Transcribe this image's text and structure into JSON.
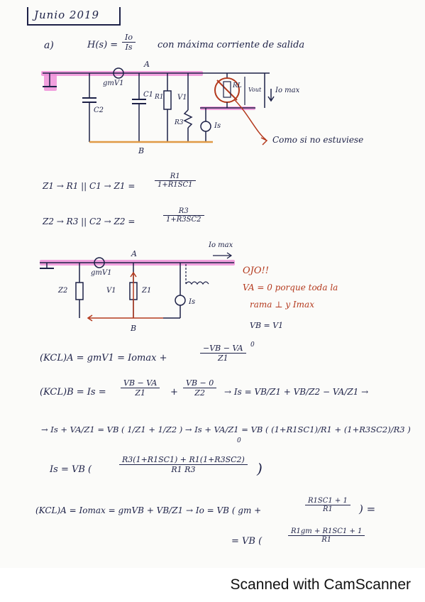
{
  "header": {
    "title": "Junio 2019"
  },
  "part_a": {
    "label": "a)",
    "transfer": "H(s) =",
    "transfer_num": "Io",
    "transfer_den": "Is",
    "note": "con máxima corriente de salida"
  },
  "circuit1": {
    "node_a": "A",
    "node_b": "B",
    "gm": "gmV1",
    "c2": "C2",
    "c1": "C1",
    "r1": "R1",
    "v1": "V1",
    "rl": "RL",
    "vout": "Vout",
    "io": "Io max",
    "r3": "R3",
    "is": "Is",
    "annotation": "Como si no estuviese"
  },
  "impedances": {
    "z1_left": "Z1 → R1 || C1 →  Z1 =",
    "z1_num": "R1",
    "z1_den": "1+R1SC1",
    "z2_left": "Z2 → R3 || C2 →  Z2 =",
    "z2_num": "R3",
    "z2_den": "1+R3SC2"
  },
  "circuit2": {
    "node_a": "A",
    "node_b": "B",
    "gm": "gmV1",
    "z2": "Z2",
    "z1": "Z1",
    "v1": "V1",
    "is": "Is",
    "io": "Io max"
  },
  "notes": {
    "ojo": "OJO!!",
    "va_line1": "VA = 0  porque toda la",
    "va_line2": "rama ⊥ y Imax",
    "vb": "VB = V1"
  },
  "equations": {
    "kcl_a": "(KCL)A =  gmV1 =  Iomax  +",
    "kcl_a_num": "−VB − VA",
    "kcl_a_den": "Z1",
    "kcl_a_sup": "0",
    "kcl_b": "(KCL)B =  Is =",
    "kcl_b_num1": "VB − VA",
    "kcl_b_den1": "Z1",
    "kcl_b_plus": "+",
    "kcl_b_num2": "VB − 0",
    "kcl_b_den2": "Z2",
    "kcl_b_right": "→  Is =  VB/Z1 + VB/Z2 − VA/Z1  →",
    "line3": "→  Is + VA/Z1 = VB ( 1/Z1 + 1/Z2 )  →  Is + VA/Z1 = VB ( (1+R1SC1)/R1 + (1+R3SC2)/R3 )",
    "line3_zero": "0",
    "is_result": "Is =  VB (",
    "is_num": "R3(1+R1SC1) + R1(1+R3SC2)",
    "is_den": "R1 R3",
    "is_close": ")",
    "kcl_a2": "(KCL)A =  Iomax  =  gmVB  +  VB/Z1   →  Io =  VB ( gm +",
    "kcl_a2_num": "R1SC1 + 1",
    "kcl_a2_den": "R1",
    "kcl_a2_close": ") =",
    "final": "=  VB (",
    "final_num": "R1gm + R1SC1 + 1",
    "final_den": "R1"
  },
  "footer": {
    "scanner": "Scanned with CamScanner"
  }
}
